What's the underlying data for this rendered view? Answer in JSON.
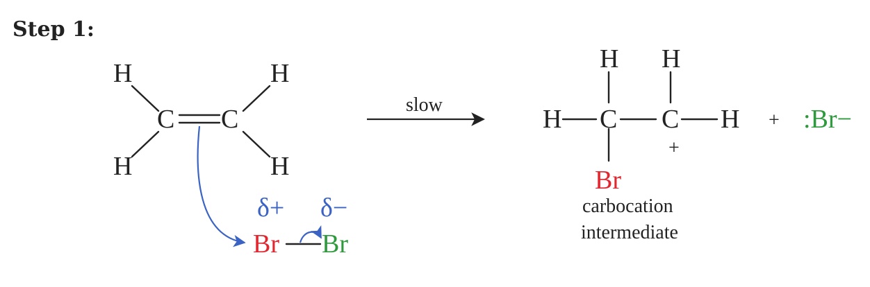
{
  "step_label": "Step 1:",
  "reactant": {
    "h_top_left": "H",
    "h_top_right": "H",
    "h_bottom_left": "H",
    "h_bottom_right": "H",
    "c_left": "C",
    "c_right": "C"
  },
  "bromine": {
    "delta_plus": "δ+",
    "delta_minus": "δ−",
    "br_left": "Br",
    "br_right": "Br"
  },
  "arrow_label": "slow",
  "product": {
    "h_left": "H",
    "h_top_1": "H",
    "h_top_2": "H",
    "h_right": "H",
    "c_1": "C",
    "c_2": "C",
    "plus_charge": "+",
    "br_sub": "Br",
    "caption_line1": "carbocation",
    "caption_line2": "intermediate"
  },
  "byproduct": {
    "plus": "+",
    "bromide": ":Br−"
  },
  "colors": {
    "bromine_red": "#e0262f",
    "bromine_green": "#2e9a3d",
    "electron_arrow_blue": "#3b63c4"
  }
}
